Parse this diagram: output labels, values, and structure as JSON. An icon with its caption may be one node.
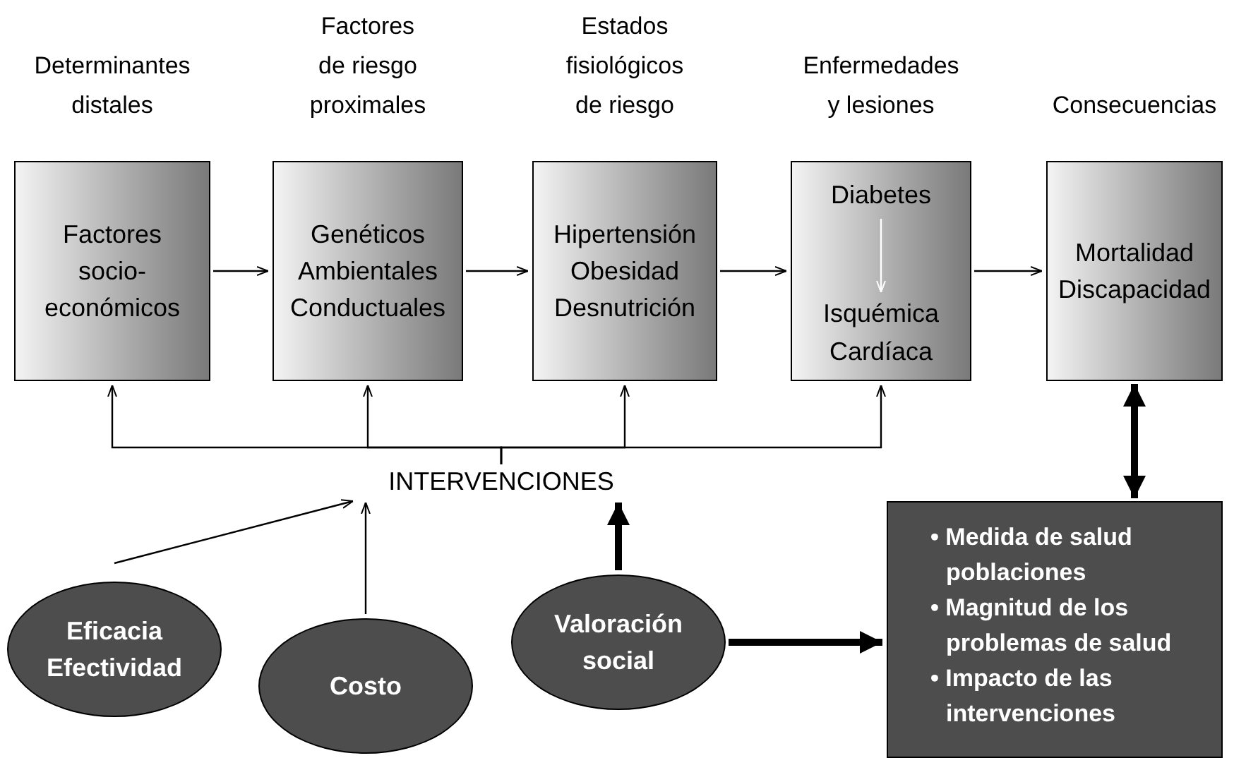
{
  "diagram": {
    "nodes": [
      {
        "text": [
          "Determinantes distales",
          "Factores socio- económicos"
        ]
      },
      {
        "text": [
          "Factores de riesgo proximales",
          "Genéticos Ambientales Conductuales"
        ]
      },
      {
        "text": [
          "Estados fisiológicos de riesgo",
          "Hipertensión Obesidad Desnutrición"
        ]
      },
      {
        "text": [
          "Enfermedades y lesiones"
        ]
      },
      {
        "text": [
          "Diabetes"
        ],
        "in": 3
      },
      {
        "text": [
          "Isquémica Cardíaca"
        ],
        "in": 3
      },
      {
        "text": [
          "Consecuencias",
          "Mortalidad Discapacidad"
        ]
      },
      {
        "text": [
          "INTERVENCIONES"
        ]
      },
      {
        "text": [
          "Eficacia Efectividad"
        ]
      },
      {
        "text": [
          "Costo"
        ]
      },
      {
        "text": [
          "Valoración social"
        ]
      },
      {
        "text": [
          "• Medida de salud poblaciones",
          "• Magnitud de los problemas de salud",
          "• Impacto de las intervenciones"
        ]
      }
    ],
    "edges": [
      {
        "from": 0,
        "to": 1,
        "arrow": "to"
      },
      {
        "from": 1,
        "to": 2,
        "arrow": "to"
      },
      {
        "from": 2,
        "to": 3,
        "arrow": "to"
      },
      {
        "from": 3,
        "to": 6,
        "arrow": "to"
      },
      {
        "from": 4,
        "to": 5,
        "arrow": "to",
        "color": "#ffffff"
      },
      {
        "from": 7,
        "to": 0,
        "arrow": "to"
      },
      {
        "from": 7,
        "to": 1,
        "arrow": "to"
      },
      {
        "from": 7,
        "to": 2,
        "arrow": "to"
      },
      {
        "from": 7,
        "to": 3,
        "arrow": "to"
      },
      {
        "from": 8,
        "to": 7,
        "arrow": "to"
      },
      {
        "from": 9,
        "to": 7,
        "arrow": "to"
      },
      {
        "from": 10,
        "to": 7,
        "arrow": "to",
        "style": "thick"
      },
      {
        "from": 10,
        "to": 11,
        "arrow": "to",
        "style": "thick"
      },
      {
        "from": 6,
        "to": 11,
        "arrow": "both",
        "style": "thick"
      }
    ]
  }
}
